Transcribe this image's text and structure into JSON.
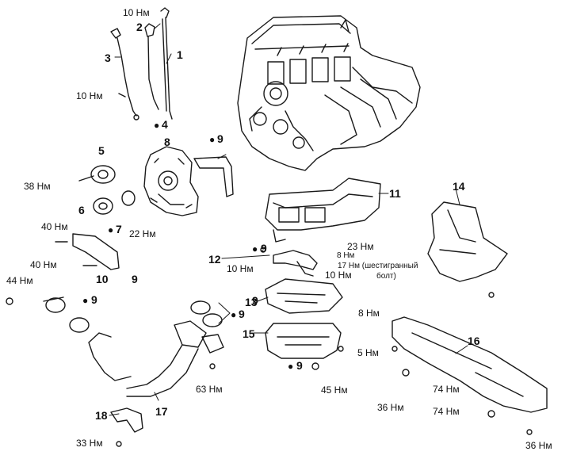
{
  "diagram": {
    "line_color": "#1a1a1a",
    "background": "#ffffff",
    "part_numbers": [
      {
        "id": "n1",
        "text": "1"
      },
      {
        "id": "n2",
        "text": "2"
      },
      {
        "id": "n3",
        "text": "3"
      },
      {
        "id": "n4",
        "text": "4"
      },
      {
        "id": "n5",
        "text": "5"
      },
      {
        "id": "n6",
        "text": "6"
      },
      {
        "id": "n7",
        "text": "7"
      },
      {
        "id": "n8",
        "text": "8"
      },
      {
        "id": "n9a",
        "text": "9"
      },
      {
        "id": "n9b",
        "text": "9"
      },
      {
        "id": "n9c",
        "text": "9"
      },
      {
        "id": "n9d",
        "text": "9"
      },
      {
        "id": "n9e",
        "text": "9"
      },
      {
        "id": "n9f",
        "text": "9"
      },
      {
        "id": "n9g",
        "text": "9"
      },
      {
        "id": "n10",
        "text": "10"
      },
      {
        "id": "n11",
        "text": "11"
      },
      {
        "id": "n12",
        "text": "12"
      },
      {
        "id": "n13",
        "text": "13"
      },
      {
        "id": "n14",
        "text": "14"
      },
      {
        "id": "n15",
        "text": "15"
      },
      {
        "id": "n16",
        "text": "16"
      },
      {
        "id": "n17",
        "text": "17"
      },
      {
        "id": "n18",
        "text": "18"
      }
    ],
    "torque_labels": [
      {
        "id": "t1",
        "text": "10 Нм"
      },
      {
        "id": "t2",
        "text": "10 Нм"
      },
      {
        "id": "t3",
        "text": "38 Нм"
      },
      {
        "id": "t4",
        "text": "22 Нм"
      },
      {
        "id": "t5",
        "text": "40 Нм"
      },
      {
        "id": "t6",
        "text": "40 Нм"
      },
      {
        "id": "t7",
        "text": "44 Нм"
      },
      {
        "id": "t8",
        "text": "23 Нм"
      },
      {
        "id": "t9",
        "text": "8 Нм"
      },
      {
        "id": "t10",
        "text": "10 Нм"
      },
      {
        "id": "t11",
        "text": "10 Нм"
      },
      {
        "id": "t12",
        "text": "8 Нм"
      },
      {
        "id": "t13",
        "text": "5 Нм"
      },
      {
        "id": "t14",
        "text": "45 Нм"
      },
      {
        "id": "t15",
        "text": "63 Нм"
      },
      {
        "id": "t16",
        "text": "36 Нм"
      },
      {
        "id": "t17",
        "text": "74 Нм"
      },
      {
        "id": "t18",
        "text": "74 Нм"
      },
      {
        "id": "t19",
        "text": "36 Нм"
      },
      {
        "id": "t20",
        "text": "33 Нм"
      }
    ],
    "notes": [
      {
        "id": "note1",
        "text": "17 Нм (шестигранный"
      },
      {
        "id": "note2",
        "text": "болт)"
      }
    ],
    "bullet_symbol": "●"
  }
}
